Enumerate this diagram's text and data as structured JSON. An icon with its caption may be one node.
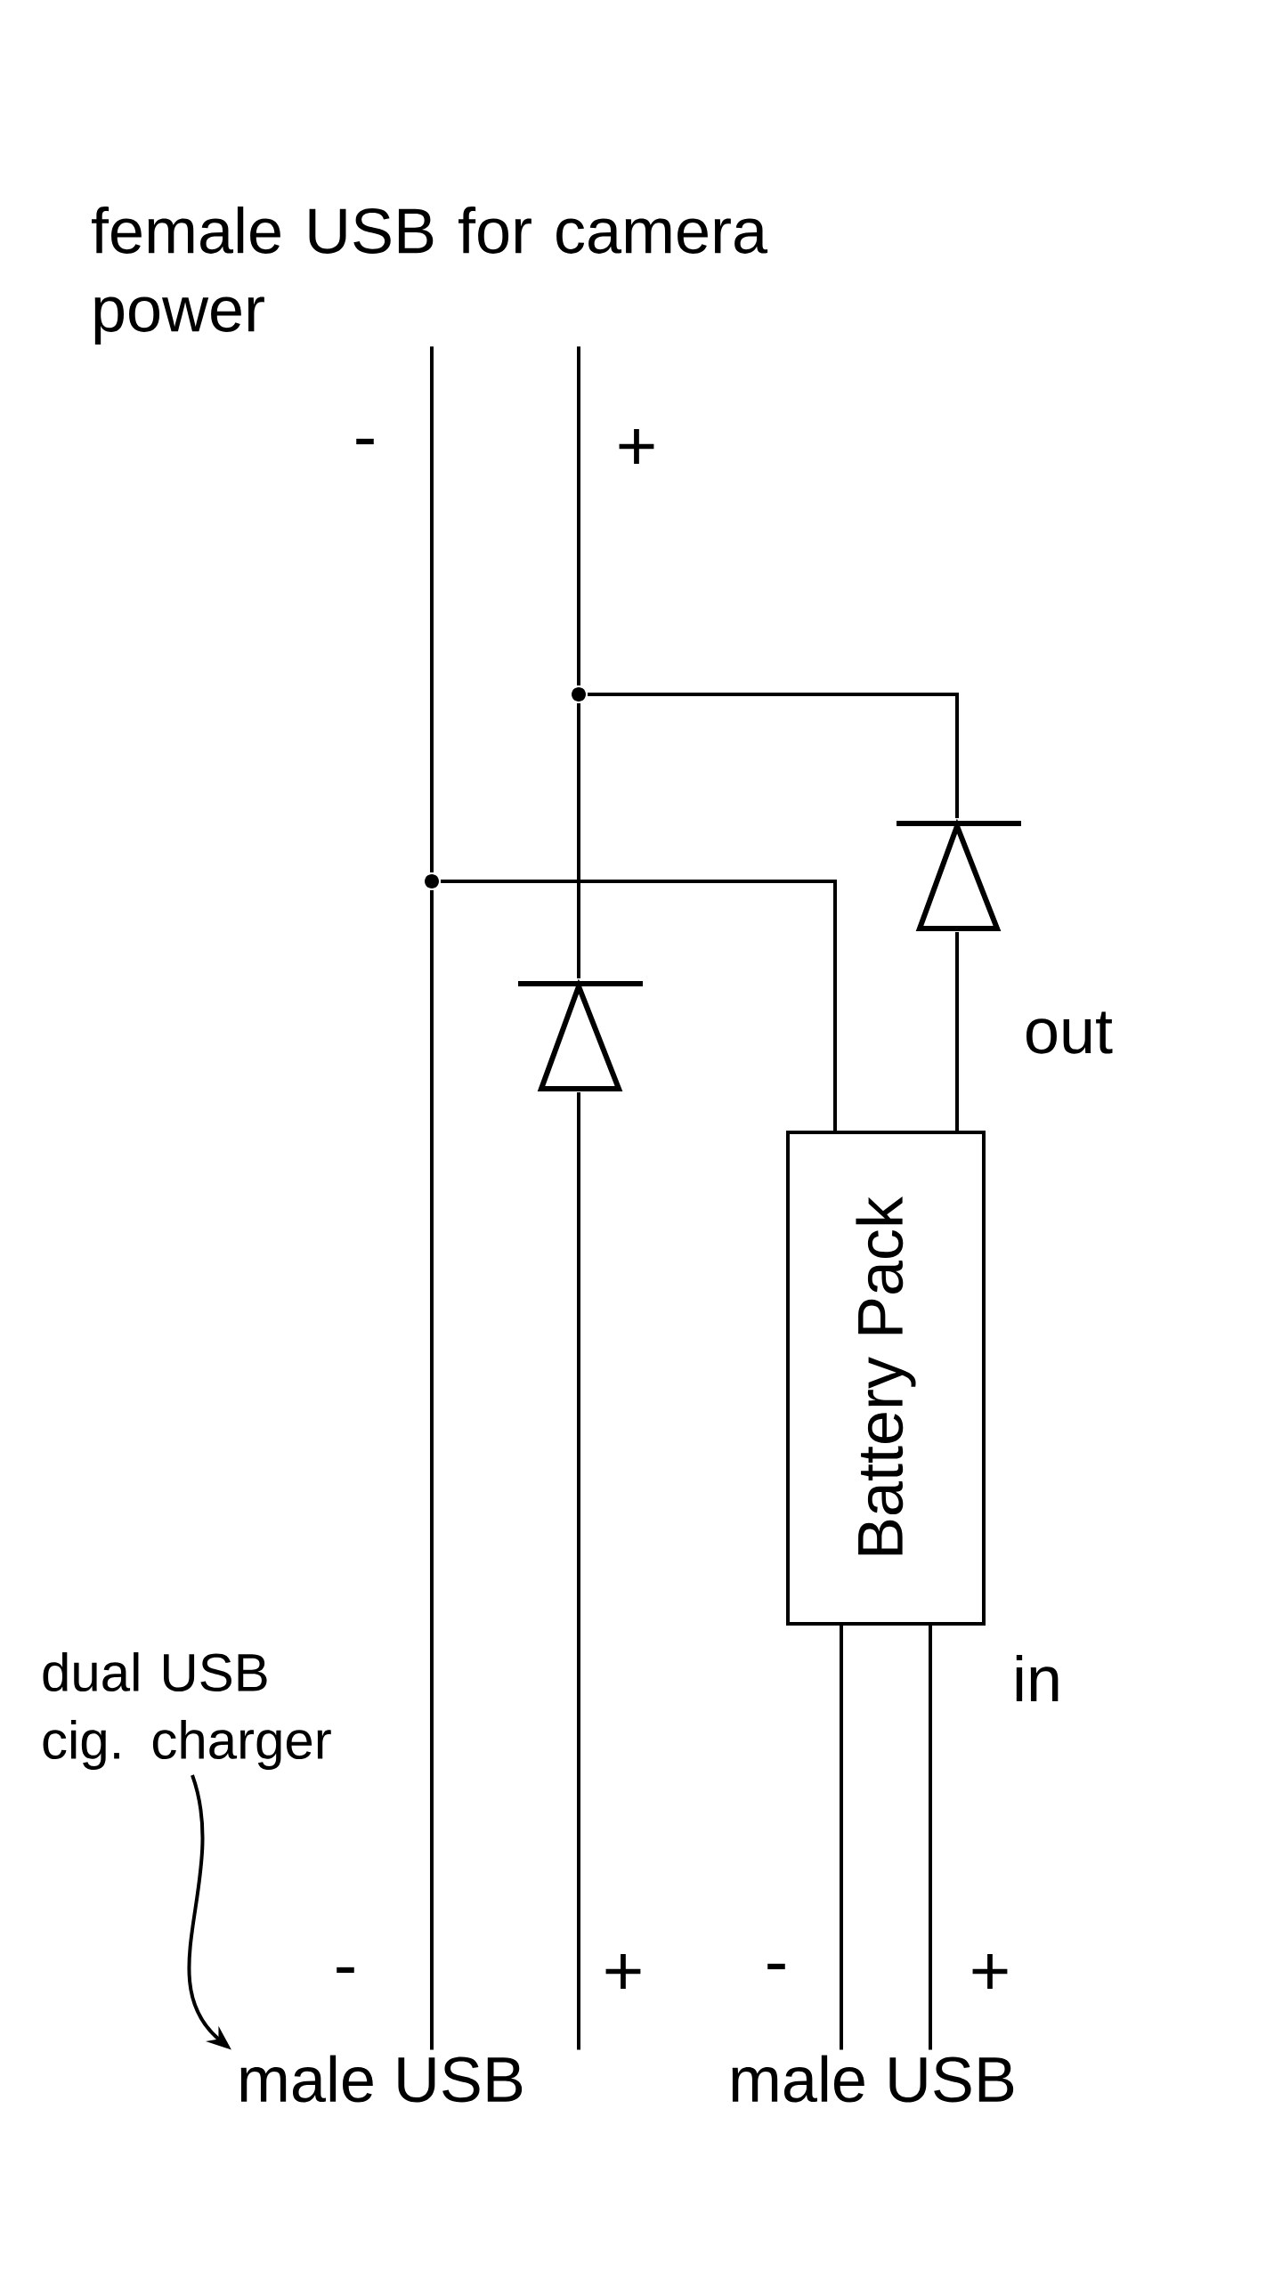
{
  "diagram": {
    "nodes": [
      {
        "text": [
          "female USB for camera power"
        ]
      },
      {
        "text": [
          "male USB"
        ]
      },
      {
        "text": [
          "male USB"
        ]
      },
      {
        "text": [
          "Battery Pack"
        ],
        "beside": [
          "out",
          "in"
        ]
      },
      {
        "text": [],
        "shape": "diode"
      },
      {
        "text": [],
        "shape": "diode"
      },
      {
        "text": [],
        "shape": "circle"
      },
      {
        "text": [],
        "shape": "circle"
      },
      {
        "text": [
          "dual USB cig. charger"
        ]
      }
    ],
    "edges": [
      {
        "from": 0,
        "to": 7,
        "arrow": "none"
      },
      {
        "from": 7,
        "to": 1,
        "arrow": "none"
      },
      {
        "from": 0,
        "to": 6,
        "arrow": "none"
      },
      {
        "from": 6,
        "to": 4,
        "arrow": "none"
      },
      {
        "from": 4,
        "to": 1,
        "arrow": "none"
      },
      {
        "from": 6,
        "to": 5,
        "arrow": "none"
      },
      {
        "from": 5,
        "to": 3,
        "arrow": "none"
      },
      {
        "from": 7,
        "to": 3,
        "arrow": "none"
      },
      {
        "from": 3,
        "to": 2,
        "arrow": "none"
      },
      {
        "from": 3,
        "to": 2,
        "arrow": "none"
      },
      {
        "from": 8,
        "to": 1,
        "arrow": "to"
      }
    ],
    "labels": [
      "-",
      "+",
      "-",
      "+",
      "-",
      "+"
    ]
  }
}
